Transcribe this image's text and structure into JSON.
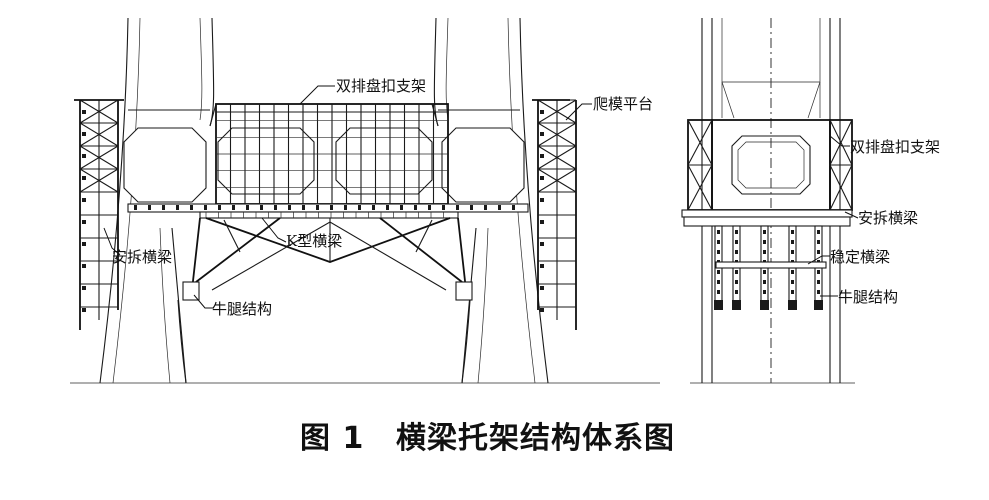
{
  "labels": {
    "double_row_scaffold_left": "双排盘扣支架",
    "climbing_platform": "爬模平台",
    "install_remove_beam_left": "安拆横梁",
    "k_beam": "K型横梁",
    "corbel_left": "牛腿结构",
    "double_row_scaffold_right": "双排盘扣支架",
    "install_remove_beam_right": "安拆横梁",
    "stabilizing_beam": "稳定横梁",
    "corbel_right": "牛腿结构"
  },
  "caption": {
    "figure_number": "图 1",
    "figure_title": "横梁托架结构体系图"
  }
}
